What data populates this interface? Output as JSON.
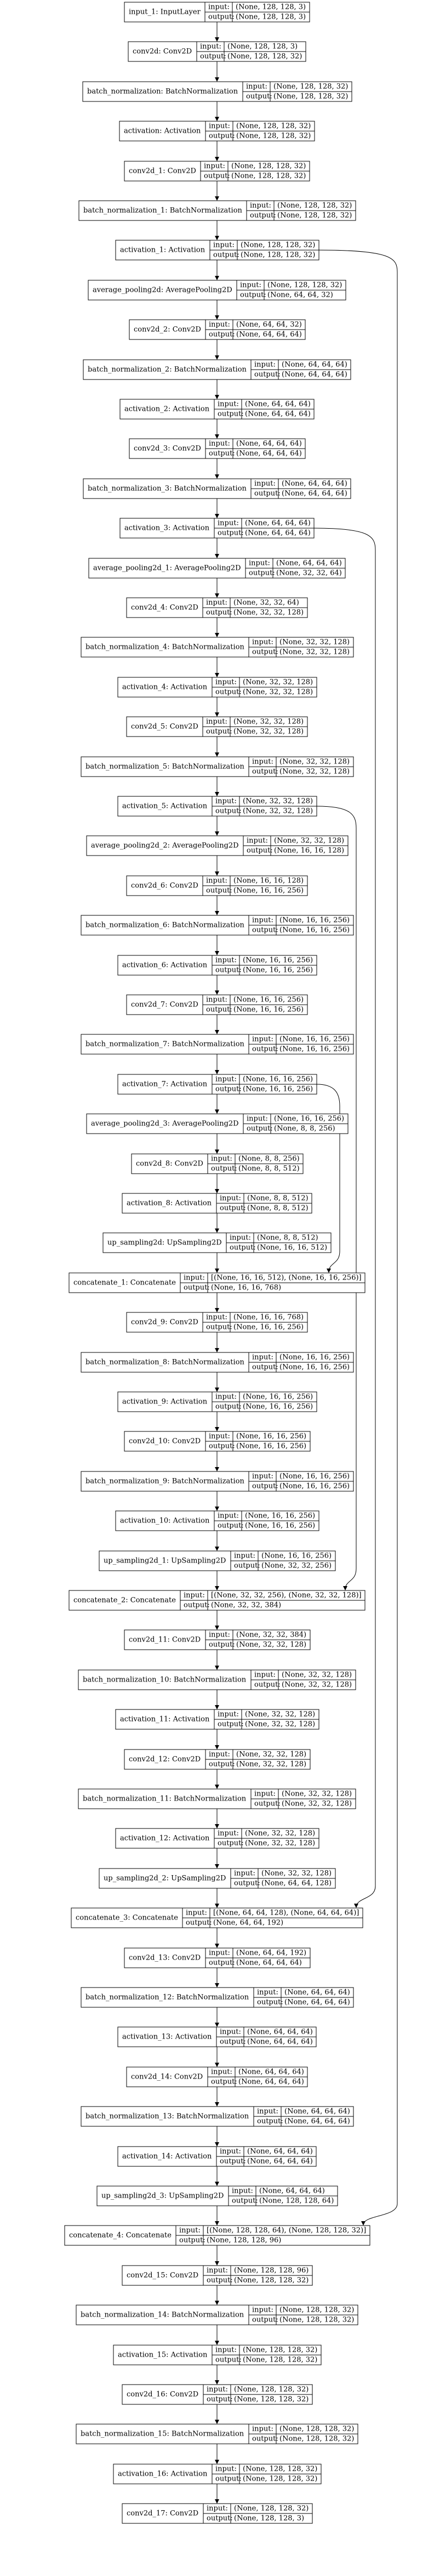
{
  "nodes": [
    {
      "id": "input_1",
      "label": "input_1: InputLayer",
      "input": "(None, 128, 128, 3)",
      "output": "(None, 128, 128, 3)"
    },
    {
      "id": "conv2d",
      "label": "conv2d: Conv2D",
      "input": "(None, 128, 128, 3)",
      "output": "(None, 128, 128, 32)"
    },
    {
      "id": "batch_normalization",
      "label": "batch_normalization: BatchNormalization",
      "input": "(None, 128, 128, 32)",
      "output": "(None, 128, 128, 32)"
    },
    {
      "id": "activation",
      "label": "activation: Activation",
      "input": "(None, 128, 128, 32)",
      "output": "(None, 128, 128, 32)"
    },
    {
      "id": "conv2d_1",
      "label": "conv2d_1: Conv2D",
      "input": "(None, 128, 128, 32)",
      "output": "(None, 128, 128, 32)"
    },
    {
      "id": "batch_normalization_1",
      "label": "batch_normalization_1: BatchNormalization",
      "input": "(None, 128, 128, 32)",
      "output": "(None, 128, 128, 32)"
    },
    {
      "id": "activation_1",
      "label": "activation_1: Activation",
      "input": "(None, 128, 128, 32)",
      "output": "(None, 128, 128, 32)"
    },
    {
      "id": "average_pooling2d",
      "label": "average_pooling2d: AveragePooling2D",
      "input": "(None, 128, 128, 32)",
      "output": "(None, 64, 64, 32)"
    },
    {
      "id": "conv2d_2",
      "label": "conv2d_2: Conv2D",
      "input": "(None, 64, 64, 32)",
      "output": "(None, 64, 64, 64)"
    },
    {
      "id": "batch_normalization_2",
      "label": "batch_normalization_2: BatchNormalization",
      "input": "(None, 64, 64, 64)",
      "output": "(None, 64, 64, 64)"
    },
    {
      "id": "activation_2",
      "label": "activation_2: Activation",
      "input": "(None, 64, 64, 64)",
      "output": "(None, 64, 64, 64)"
    },
    {
      "id": "conv2d_3",
      "label": "conv2d_3: Conv2D",
      "input": "(None, 64, 64, 64)",
      "output": "(None, 64, 64, 64)"
    },
    {
      "id": "batch_normalization_3",
      "label": "batch_normalization_3: BatchNormalization",
      "input": "(None, 64, 64, 64)",
      "output": "(None, 64, 64, 64)"
    },
    {
      "id": "activation_3",
      "label": "activation_3: Activation",
      "input": "(None, 64, 64, 64)",
      "output": "(None, 64, 64, 64)"
    },
    {
      "id": "average_pooling2d_1",
      "label": "average_pooling2d_1: AveragePooling2D",
      "input": "(None, 64, 64, 64)",
      "output": "(None, 32, 32, 64)"
    },
    {
      "id": "conv2d_4",
      "label": "conv2d_4: Conv2D",
      "input": "(None, 32, 32, 64)",
      "output": "(None, 32, 32, 128)"
    },
    {
      "id": "batch_normalization_4",
      "label": "batch_normalization_4: BatchNormalization",
      "input": "(None, 32, 32, 128)",
      "output": "(None, 32, 32, 128)"
    },
    {
      "id": "activation_4",
      "label": "activation_4: Activation",
      "input": "(None, 32, 32, 128)",
      "output": "(None, 32, 32, 128)"
    },
    {
      "id": "conv2d_5",
      "label": "conv2d_5: Conv2D",
      "input": "(None, 32, 32, 128)",
      "output": "(None, 32, 32, 128)"
    },
    {
      "id": "batch_normalization_5",
      "label": "batch_normalization_5: BatchNormalization",
      "input": "(None, 32, 32, 128)",
      "output": "(None, 32, 32, 128)"
    },
    {
      "id": "activation_5",
      "label": "activation_5: Activation",
      "input": "(None, 32, 32, 128)",
      "output": "(None, 32, 32, 128)"
    },
    {
      "id": "average_pooling2d_2",
      "label": "average_pooling2d_2: AveragePooling2D",
      "input": "(None, 32, 32, 128)",
      "output": "(None, 16, 16, 128)"
    },
    {
      "id": "conv2d_6",
      "label": "conv2d_6: Conv2D",
      "input": "(None, 16, 16, 128)",
      "output": "(None, 16, 16, 256)"
    },
    {
      "id": "batch_normalization_6",
      "label": "batch_normalization_6: BatchNormalization",
      "input": "(None, 16, 16, 256)",
      "output": "(None, 16, 16, 256)"
    },
    {
      "id": "activation_6",
      "label": "activation_6: Activation",
      "input": "(None, 16, 16, 256)",
      "output": "(None, 16, 16, 256)"
    },
    {
      "id": "conv2d_7",
      "label": "conv2d_7: Conv2D",
      "input": "(None, 16, 16, 256)",
      "output": "(None, 16, 16, 256)"
    },
    {
      "id": "batch_normalization_7",
      "label": "batch_normalization_7: BatchNormalization",
      "input": "(None, 16, 16, 256)",
      "output": "(None, 16, 16, 256)"
    },
    {
      "id": "activation_7",
      "label": "activation_7: Activation",
      "input": "(None, 16, 16, 256)",
      "output": "(None, 16, 16, 256)"
    },
    {
      "id": "average_pooling2d_3",
      "label": "average_pooling2d_3: AveragePooling2D",
      "input": "(None, 16, 16, 256)",
      "output": "(None, 8, 8, 256)"
    },
    {
      "id": "conv2d_8",
      "label": "conv2d_8: Conv2D",
      "input": "(None, 8, 8, 256)",
      "output": "(None, 8, 8, 512)"
    },
    {
      "id": "activation_8",
      "label": "activation_8: Activation",
      "input": "(None, 8, 8, 512)",
      "output": "(None, 8, 8, 512)"
    },
    {
      "id": "up_sampling2d",
      "label": "up_sampling2d: UpSampling2D",
      "input": "(None, 8, 8, 512)",
      "output": "(None, 16, 16, 512)"
    },
    {
      "id": "concatenate_1",
      "label": "concatenate_1: Concatenate",
      "input": "[(None, 16, 16, 512), (None, 16, 16, 256)]",
      "output": "(None, 16, 16, 768)"
    },
    {
      "id": "conv2d_9",
      "label": "conv2d_9: Conv2D",
      "input": "(None, 16, 16, 768)",
      "output": "(None, 16, 16, 256)"
    },
    {
      "id": "batch_normalization_8",
      "label": "batch_normalization_8: BatchNormalization",
      "input": "(None, 16, 16, 256)",
      "output": "(None, 16, 16, 256)"
    },
    {
      "id": "activation_9",
      "label": "activation_9: Activation",
      "input": "(None, 16, 16, 256)",
      "output": "(None, 16, 16, 256)"
    },
    {
      "id": "conv2d_10",
      "label": "conv2d_10: Conv2D",
      "input": "(None, 16, 16, 256)",
      "output": "(None, 16, 16, 256)"
    },
    {
      "id": "batch_normalization_9",
      "label": "batch_normalization_9: BatchNormalization",
      "input": "(None, 16, 16, 256)",
      "output": "(None, 16, 16, 256)"
    },
    {
      "id": "activation_10",
      "label": "activation_10: Activation",
      "input": "(None, 16, 16, 256)",
      "output": "(None, 16, 16, 256)"
    },
    {
      "id": "up_sampling2d_1",
      "label": "up_sampling2d_1: UpSampling2D",
      "input": "(None, 16, 16, 256)",
      "output": "(None, 32, 32, 256)"
    },
    {
      "id": "concatenate_2",
      "label": "concatenate_2: Concatenate",
      "input": "[(None, 32, 32, 256), (None, 32, 32, 128)]",
      "output": "(None, 32, 32, 384)"
    },
    {
      "id": "conv2d_11",
      "label": "conv2d_11: Conv2D",
      "input": "(None, 32, 32, 384)",
      "output": "(None, 32, 32, 128)"
    },
    {
      "id": "batch_normalization_10",
      "label": "batch_normalization_10: BatchNormalization",
      "input": "(None, 32, 32, 128)",
      "output": "(None, 32, 32, 128)"
    },
    {
      "id": "activation_11",
      "label": "activation_11: Activation",
      "input": "(None, 32, 32, 128)",
      "output": "(None, 32, 32, 128)"
    },
    {
      "id": "conv2d_12",
      "label": "conv2d_12: Conv2D",
      "input": "(None, 32, 32, 128)",
      "output": "(None, 32, 32, 128)"
    },
    {
      "id": "batch_normalization_11",
      "label": "batch_normalization_11: BatchNormalization",
      "input": "(None, 32, 32, 128)",
      "output": "(None, 32, 32, 128)"
    },
    {
      "id": "activation_12",
      "label": "activation_12: Activation",
      "input": "(None, 32, 32, 128)",
      "output": "(None, 32, 32, 128)"
    },
    {
      "id": "up_sampling2d_2",
      "label": "up_sampling2d_2: UpSampling2D",
      "input": "(None, 32, 32, 128)",
      "output": "(None, 64, 64, 128)"
    },
    {
      "id": "concatenate_3",
      "label": "concatenate_3: Concatenate",
      "input": "[(None, 64, 64, 128), (None, 64, 64, 64)]",
      "output": "(None, 64, 64, 192)"
    },
    {
      "id": "conv2d_13",
      "label": "conv2d_13: Conv2D",
      "input": "(None, 64, 64, 192)",
      "output": "(None, 64, 64, 64)"
    },
    {
      "id": "batch_normalization_12",
      "label": "batch_normalization_12: BatchNormalization",
      "input": "(None, 64, 64, 64)",
      "output": "(None, 64, 64, 64)"
    },
    {
      "id": "activation_13",
      "label": "activation_13: Activation",
      "input": "(None, 64, 64, 64)",
      "output": "(None, 64, 64, 64)"
    },
    {
      "id": "conv2d_14",
      "label": "conv2d_14: Conv2D",
      "input": "(None, 64, 64, 64)",
      "output": "(None, 64, 64, 64)"
    },
    {
      "id": "batch_normalization_13",
      "label": "batch_normalization_13: BatchNormalization",
      "input": "(None, 64, 64, 64)",
      "output": "(None, 64, 64, 64)"
    },
    {
      "id": "activation_14",
      "label": "activation_14: Activation",
      "input": "(None, 64, 64, 64)",
      "output": "(None, 64, 64, 64)"
    },
    {
      "id": "up_sampling2d_3",
      "label": "up_sampling2d_3: UpSampling2D",
      "input": "(None, 64, 64, 64)",
      "output": "(None, 128, 128, 64)"
    },
    {
      "id": "concatenate_4",
      "label": "concatenate_4: Concatenate",
      "input": "[(None, 128, 128, 64), (None, 128, 128, 32)]",
      "output": "(None, 128, 128, 96)"
    },
    {
      "id": "conv2d_15",
      "label": "conv2d_15: Conv2D",
      "input": "(None, 128, 128, 96)",
      "output": "(None, 128, 128, 32)"
    },
    {
      "id": "batch_normalization_14",
      "label": "batch_normalization_14: BatchNormalization",
      "input": "(None, 128, 128, 32)",
      "output": "(None, 128, 128, 32)"
    },
    {
      "id": "activation_15",
      "label": "activation_15: Activation",
      "input": "(None, 128, 128, 32)",
      "output": "(None, 128, 128, 32)"
    },
    {
      "id": "conv2d_16",
      "label": "conv2d_16: Conv2D",
      "input": "(None, 128, 128, 32)",
      "output": "(None, 128, 128, 32)"
    },
    {
      "id": "batch_normalization_15",
      "label": "batch_normalization_15: BatchNormalization",
      "input": "(None, 128, 128, 32)",
      "output": "(None, 128, 128, 32)"
    },
    {
      "id": "activation_16",
      "label": "activation_16: Activation",
      "input": "(None, 128, 128, 32)",
      "output": "(None, 128, 128, 32)"
    },
    {
      "id": "conv2d_17",
      "label": "conv2d_17: Conv2D",
      "input": "(None, 128, 128, 32)",
      "output": "(None, 128, 128, 3)"
    }
  ],
  "port_labels": {
    "input": "input:",
    "output": "output:"
  },
  "skip_connections": [
    {
      "from": "activation_1",
      "to": "concatenate_4"
    },
    {
      "from": "activation_3",
      "to": "concatenate_3"
    },
    {
      "from": "activation_5",
      "to": "concatenate_2"
    },
    {
      "from": "activation_7",
      "to": "concatenate_1"
    }
  ],
  "colors": {
    "line": "#000000",
    "background": "#ffffff"
  }
}
